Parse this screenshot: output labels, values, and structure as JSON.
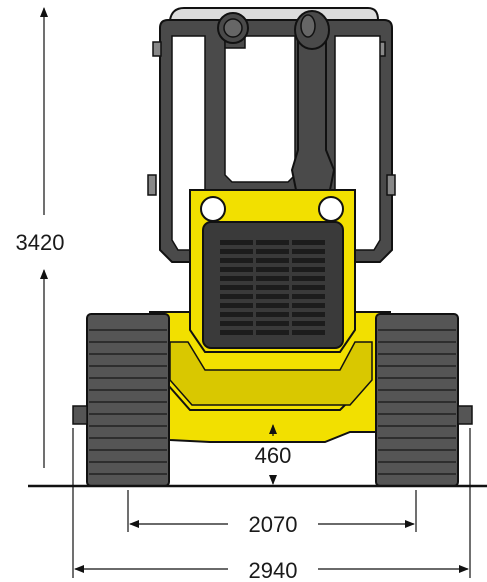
{
  "dimensions": {
    "overall_height": "3420",
    "ground_clearance": "460",
    "track_gauge": "2070",
    "overall_width": "2940"
  },
  "colors": {
    "machine_yellow": "#f2e000",
    "yellow_shade": "#d9c800",
    "cab_frame": "#4a4a4a",
    "track": "#555555",
    "grille": "#3a3a3a",
    "outline": "#111111",
    "roof": "#dcdcdc"
  },
  "icons": [
    "bulldozer-front-view-illustration",
    "headlight-icon",
    "exhaust-stack-icon"
  ]
}
